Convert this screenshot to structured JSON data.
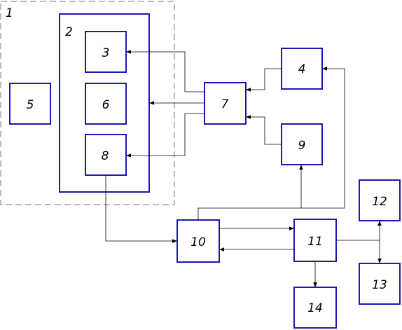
{
  "diagram": {
    "labels": {
      "n1": "1",
      "n2": "2",
      "n3": "3",
      "n4": "4",
      "n5": "5",
      "n6": "6",
      "n7": "7",
      "n8": "8",
      "n9": "9",
      "n10": "10",
      "n11": "11",
      "n12": "12",
      "n13": "13",
      "n14": "14"
    },
    "colors": {
      "block_border": "#1a1ab0",
      "group_border": "#909090",
      "wire": "#000000"
    }
  }
}
